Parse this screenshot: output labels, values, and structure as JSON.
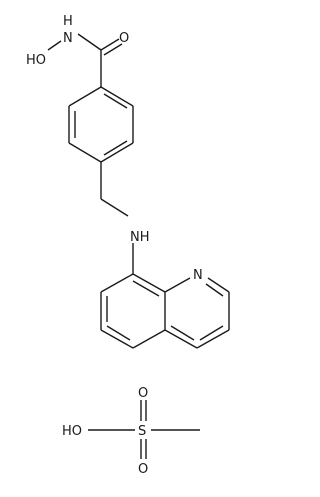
{
  "molecule": {
    "labels": {
      "nh_hydroxamate": "N",
      "h_hydroxamate": "H",
      "hydroxyl_oxygen": "HO",
      "carbonyl_oxygen": "O",
      "amine_nh": "NH",
      "quinoline_n": "N"
    }
  },
  "counterion": {
    "labels": {
      "hydroxyl": "HO",
      "sulfur": "S",
      "oxo_top": "O",
      "oxo_bottom": "O"
    }
  }
}
